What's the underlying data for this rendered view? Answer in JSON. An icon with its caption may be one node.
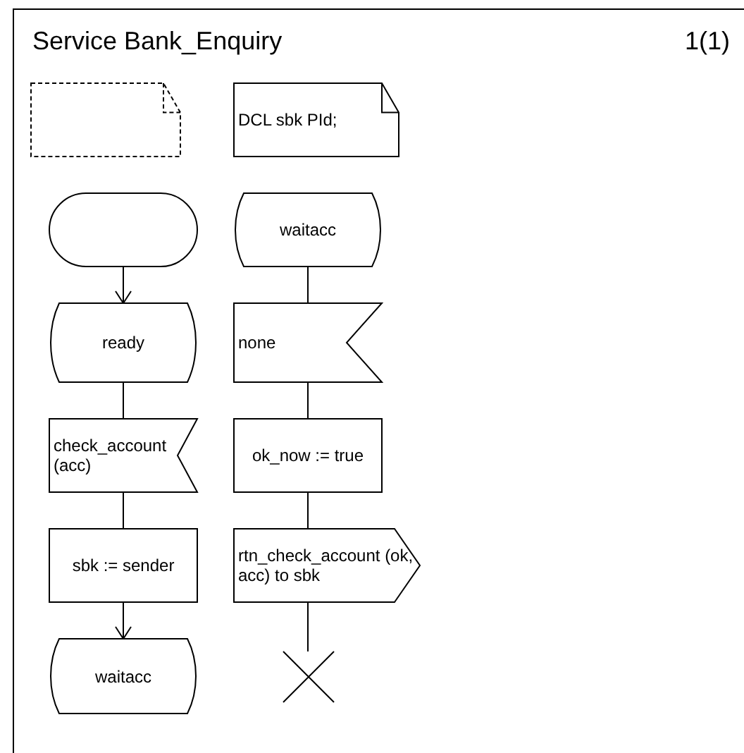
{
  "diagram": {
    "title": "Service Bank_Enquiry",
    "nodes": [
      {
        "text": [],
        "shape": "note"
      },
      {
        "text": [
          "DCL sbk PId;"
        ]
      },
      {
        "text": [],
        "shape": "stadium"
      },
      {
        "text": [
          "waitacc"
        ]
      },
      {
        "text": [
          "ready"
        ]
      },
      {
        "text": [
          "none"
        ]
      },
      {
        "text": [
          "check_account (acc)"
        ]
      },
      {
        "text": [
          "ok_now := true"
        ]
      },
      {
        "text": [
          "sbk := sender"
        ]
      },
      {
        "text": [
          "rtn_check_account (ok, acc) to sbk"
        ]
      },
      {
        "text": [
          "waitacc"
        ]
      },
      {
        "text": [],
        "shape": "cross"
      }
    ],
    "edges": [
      {
        "from": 2,
        "to": 4,
        "arrow": "to"
      },
      {
        "from": 4,
        "to": 6,
        "arrow": "none"
      },
      {
        "from": 6,
        "to": 8,
        "arrow": "none"
      },
      {
        "from": 8,
        "to": 10,
        "arrow": "to"
      },
      {
        "from": 3,
        "to": 5,
        "arrow": "none"
      },
      {
        "from": 5,
        "to": 7,
        "arrow": "none"
      },
      {
        "from": 7,
        "to": 9,
        "arrow": "none"
      },
      {
        "from": 9,
        "to": 11,
        "arrow": "none"
      }
    ],
    "labels": [
      "1(1)"
    ]
  }
}
